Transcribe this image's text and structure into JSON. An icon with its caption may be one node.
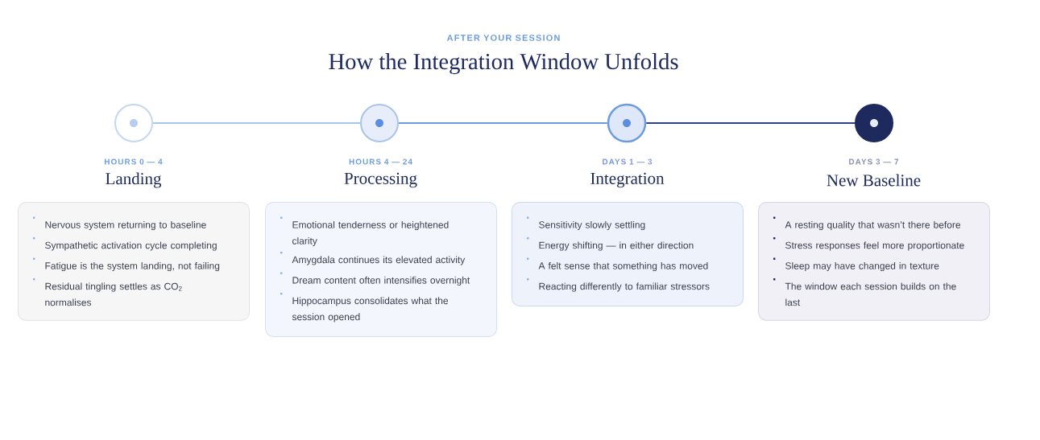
{
  "diagram": {
    "title": "How the Integration Window Unfolds",
    "nodes": [
      {
        "text": [],
        "shape": "circle"
      },
      {
        "text": [],
        "shape": "circle"
      },
      {
        "text": [],
        "shape": "circle"
      },
      {
        "text": [],
        "shape": "circle"
      },
      {
        "text": [
          "HOURS 0 — 4",
          "Landing",
          "Nervous system returning to baseline",
          "Sympathetic activation cycle completing",
          "Fatigue is the system landing, not failing",
          "Residual tingling settles as CO$_{2}$ normalises"
        ]
      },
      {
        "text": [
          "HOURS 4 — 24",
          "Processing",
          "Emotional tenderness or heightened clarity",
          "Amygdala continues its elevated activity",
          "Dream content often intensifies overnight",
          "Hippocampus consolidates what the session opened"
        ]
      },
      {
        "text": [
          "DAYS 1 — 3",
          "Integration",
          "Sensitivity slowly settling",
          "Energy shifting — in either direction",
          "A felt sense that something has moved",
          "Reacting differently to familiar stressors"
        ]
      },
      {
        "text": [
          "DAYS 3 — 7",
          "New Baseline",
          "A resting quality that wasn’t there before",
          "Stress responses feel more proportionate",
          "Sleep may have changed in texture",
          "The window each session builds on the last"
        ]
      }
    ],
    "edges": [
      {
        "from": 0,
        "to": 1,
        "arrow": "none",
        "color": "#a9c3ec"
      },
      {
        "from": 1,
        "to": 2,
        "arrow": "none",
        "color": "#6d9be0"
      },
      {
        "from": 2,
        "to": 3,
        "arrow": "none",
        "color": "#2e3f85"
      }
    ],
    "labels": [
      "AFTER YOUR SESSION"
    ]
  }
}
